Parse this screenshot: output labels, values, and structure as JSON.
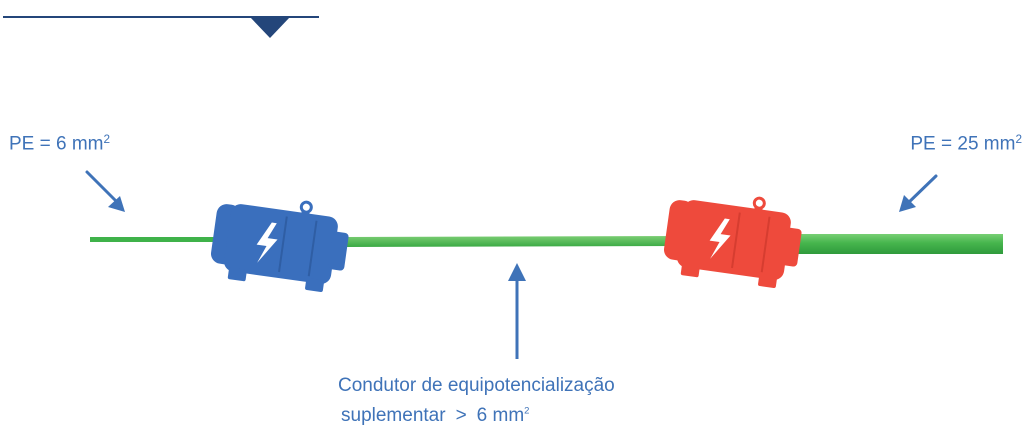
{
  "labels": {
    "pe_left": {
      "text": "PE = 6 mm",
      "exponent": "2"
    },
    "pe_right": {
      "text": "PE = 25 mm",
      "exponent": "2"
    },
    "caption": {
      "line1": "Condutor de equipotencialização",
      "line2_prefix": "suplementar",
      "line2_operator": ">",
      "line2_value": "6 mm",
      "line2_exponent": "2"
    }
  },
  "icons": {
    "motor_left": "electric-motor-icon",
    "motor_right": "electric-motor-icon",
    "lightning": "lightning-bolt-icon",
    "header_marker": "triangle-down-icon"
  },
  "colors": {
    "accent_blue": "#3f73b8",
    "header_navy": "#24467a",
    "motor_blue": "#3a6fbd",
    "motor_red": "#ee4a3c",
    "conductor_green": "#3fb24a",
    "conductor_green_light": "#6dca6a"
  }
}
